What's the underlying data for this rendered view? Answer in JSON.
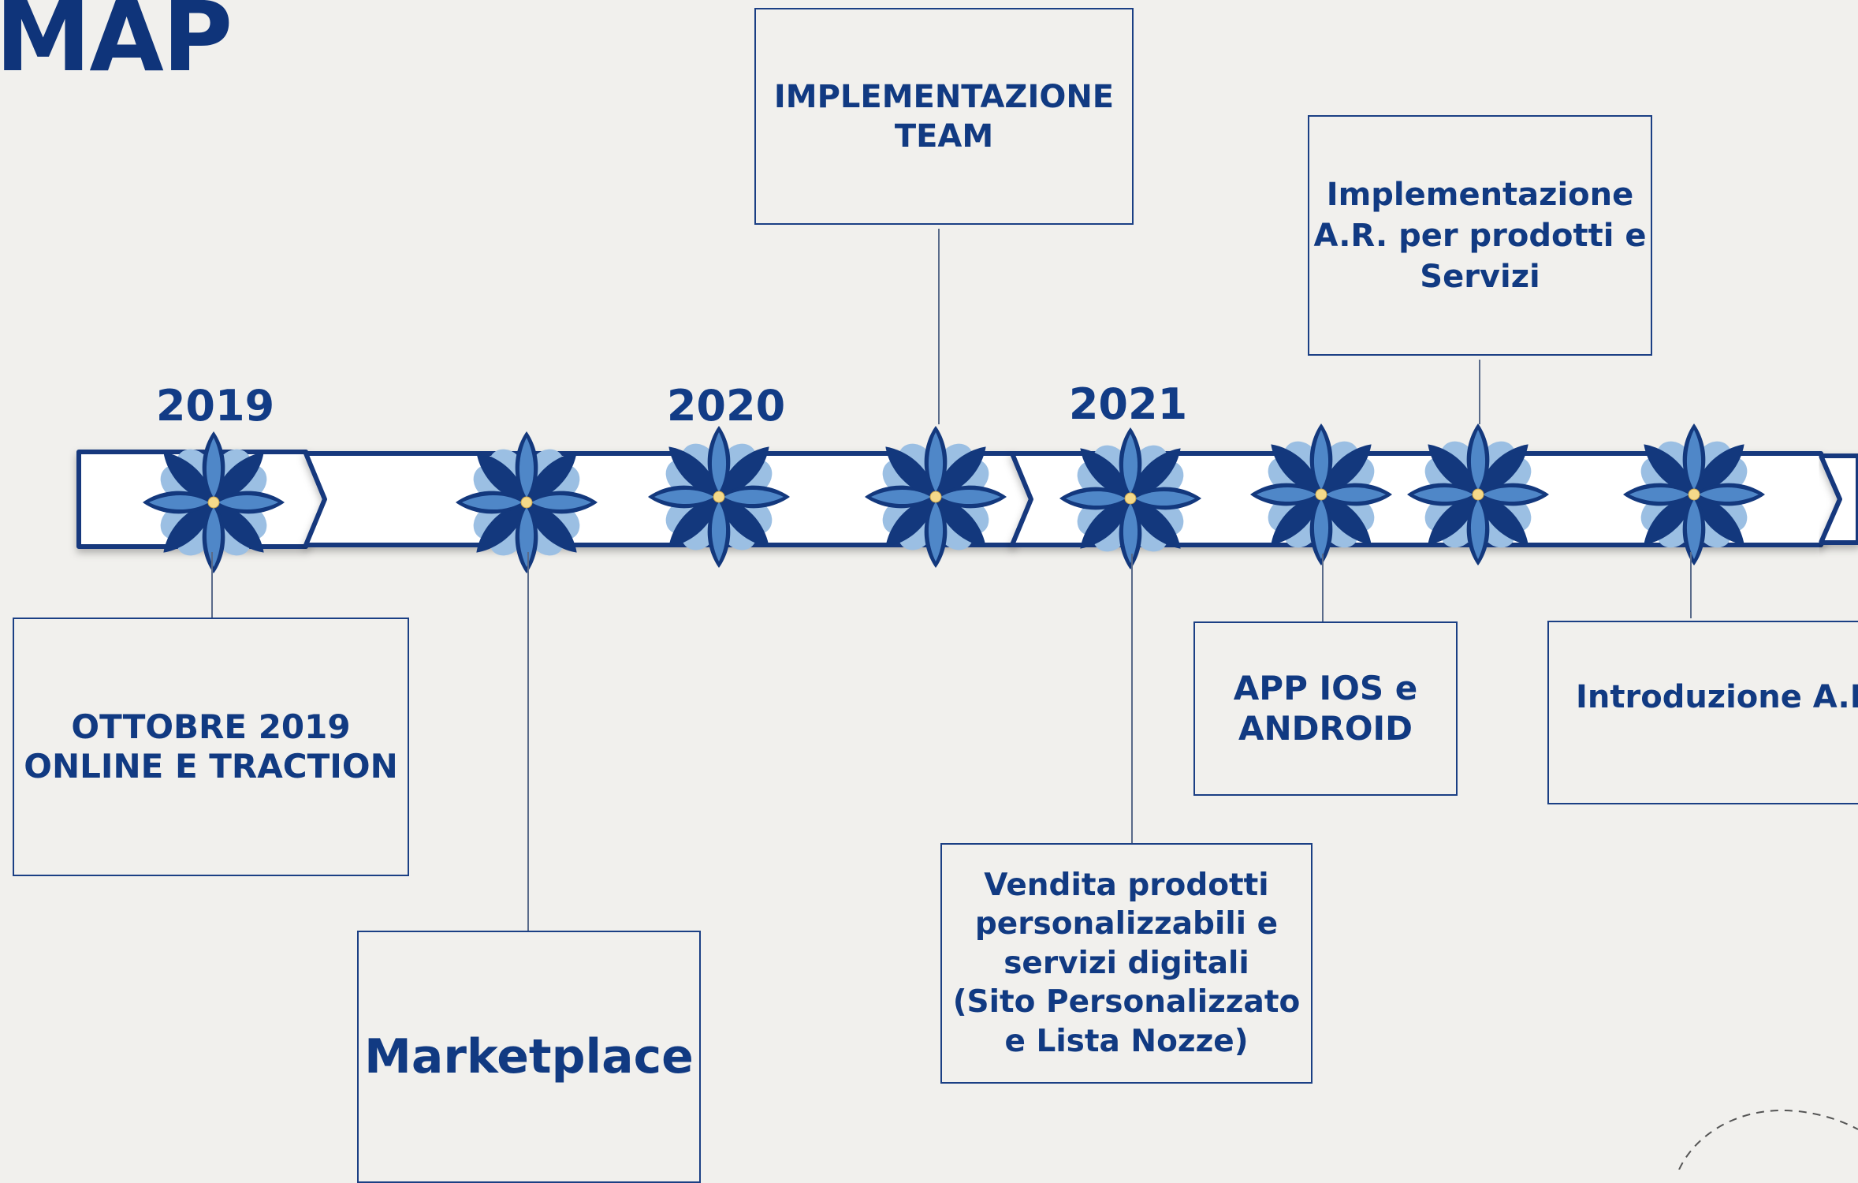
{
  "title": "MAP",
  "years": [
    "2019",
    "2020",
    "2021"
  ],
  "milestones": [
    {
      "text": "OTTOBRE 2019\nONLINE E TRACTION"
    },
    {
      "text": "Marketplace"
    },
    {
      "text": "IMPLEMENTAZIONE\nTEAM"
    },
    {
      "text": "Vendita  prodotti\npersonalizzabili  e\nservizi digitali\n(Sito Personalizzato\ne Lista Nozze)"
    },
    {
      "text": "APP IOS e\nANDROID"
    },
    {
      "text": "Implementazione\nA.R. per prodotti e\nServizi"
    },
    {
      "text": "Introduzione A.I."
    }
  ],
  "colors": {
    "navy": "#0f347a",
    "flower_dark": "#13387d",
    "flower_mid": "#4f87c8",
    "flower_light": "#9bbfe3",
    "center": "#f4d98a"
  },
  "icons": [
    "flower-icon"
  ]
}
